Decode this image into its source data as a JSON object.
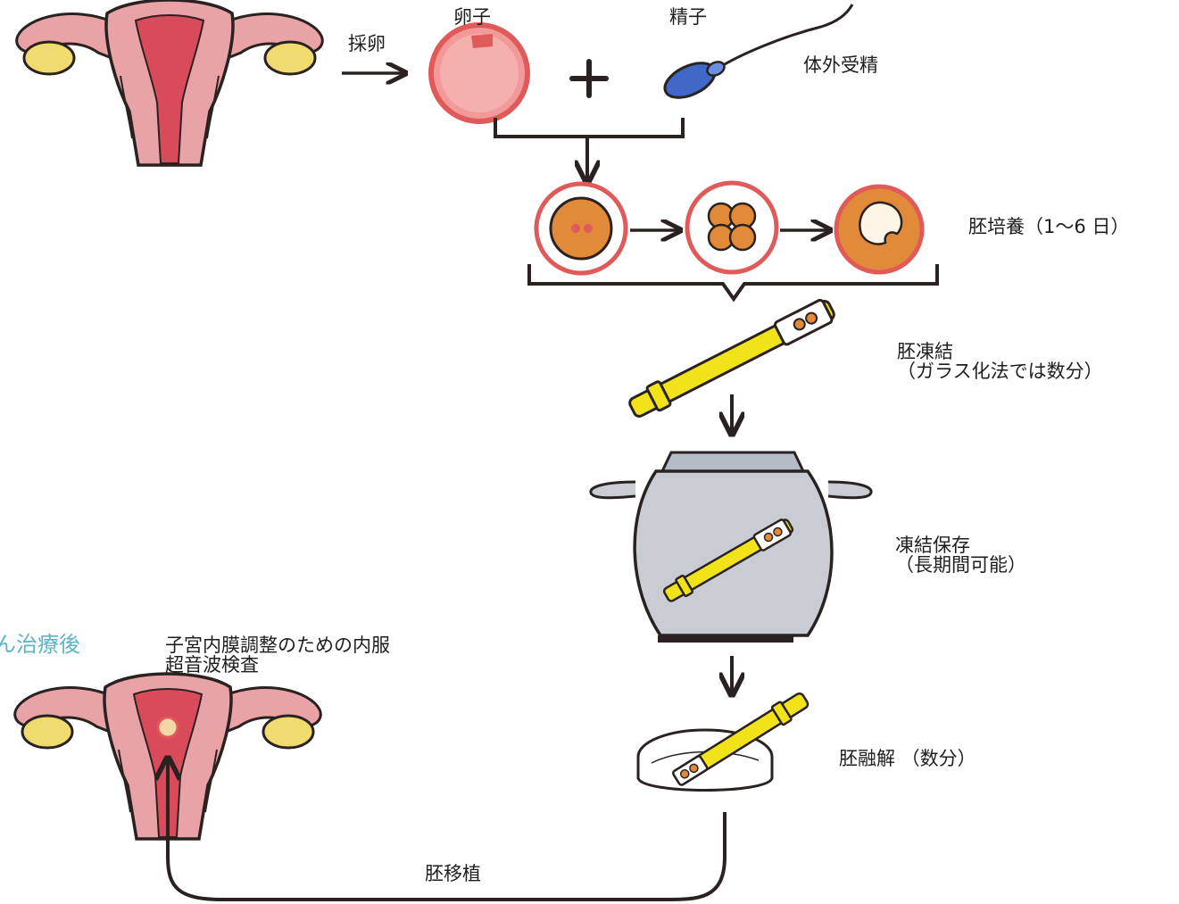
{
  "labels": {
    "egg_retrieval": "採卵",
    "egg": "卵子",
    "sperm": "精子",
    "ivf": "体外受精",
    "culture": "胚培養（1〜6 日）",
    "freeze_line1": "胚凍結",
    "freeze_line2": "（ガラス化法では数分）",
    "storage_line1": "凍結保存",
    "storage_line2": "（長期間可能）",
    "after_treatment": "ん治療後",
    "prep_line1": "子宮内膜調整のための内服",
    "prep_line2": "超音波検査",
    "thaw": "胚融解 （数分）",
    "transfer": "胚移植"
  },
  "colors": {
    "outline": "#2a2220",
    "uterus_pink": "#e9a3a6",
    "uterus_inner": "#d94b5a",
    "ovary_yellow": "#f0dc6e",
    "egg_red": "#e05a5a",
    "sperm_blue": "#3f68c7",
    "embryo_orange": "#e08a3a",
    "straw_yellow": "#f2e21a",
    "tank_gray": "#c9cdd3",
    "accent_teal": "#5fb4c8"
  }
}
